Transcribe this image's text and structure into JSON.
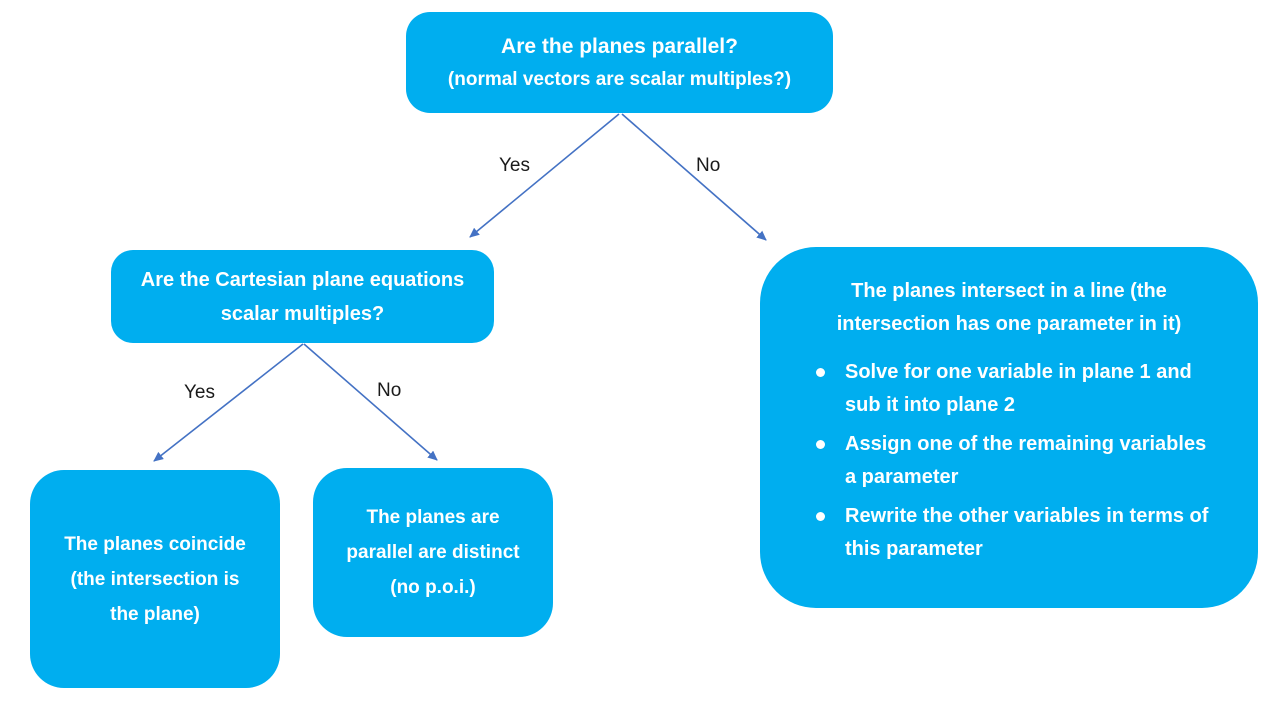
{
  "diagram": {
    "title": "Plane intersection decision tree",
    "colors": {
      "node_fill": "#00AEEF",
      "node_text": "#FFFFFF",
      "arrow": "#4472C4",
      "edge_label_text": "#1A1A1A",
      "background": "#FFFFFF"
    },
    "nodes": {
      "root": {
        "title": "Are the planes parallel?",
        "subtitle": "(normal vectors are scalar multiples?)"
      },
      "cartesian": {
        "text": "Are the Cartesian plane equations scalar multiples?"
      },
      "coincide": {
        "text": "The planes coincide (the intersection is the plane)"
      },
      "distinct": {
        "text": "The planes are parallel are distinct (no p.o.i.)"
      },
      "intersect": {
        "title": "The planes intersect in a line (the intersection has one parameter in it)",
        "bullets": [
          "Solve for one variable in plane 1 and sub it into plane 2",
          "Assign one of the remaining variables a parameter",
          "Rewrite the other variables in terms of this parameter"
        ]
      }
    },
    "edges": {
      "root_yes": "Yes",
      "root_no": "No",
      "cartesian_yes": "Yes",
      "cartesian_no": "No"
    }
  }
}
